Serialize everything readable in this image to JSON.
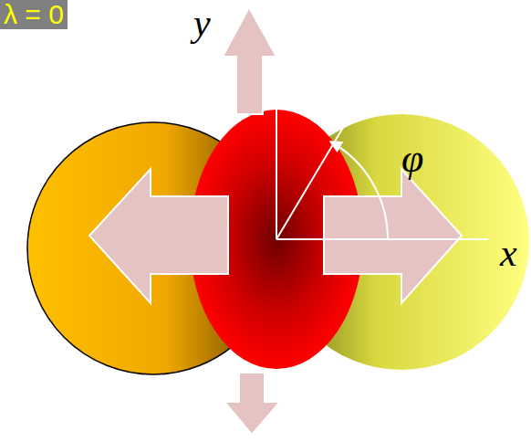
{
  "diagram": {
    "nodes": [
      {
        "text": [
          "λ = 0"
        ]
      }
    ],
    "labels": [
      "y",
      "φ",
      "x"
    ]
  }
}
